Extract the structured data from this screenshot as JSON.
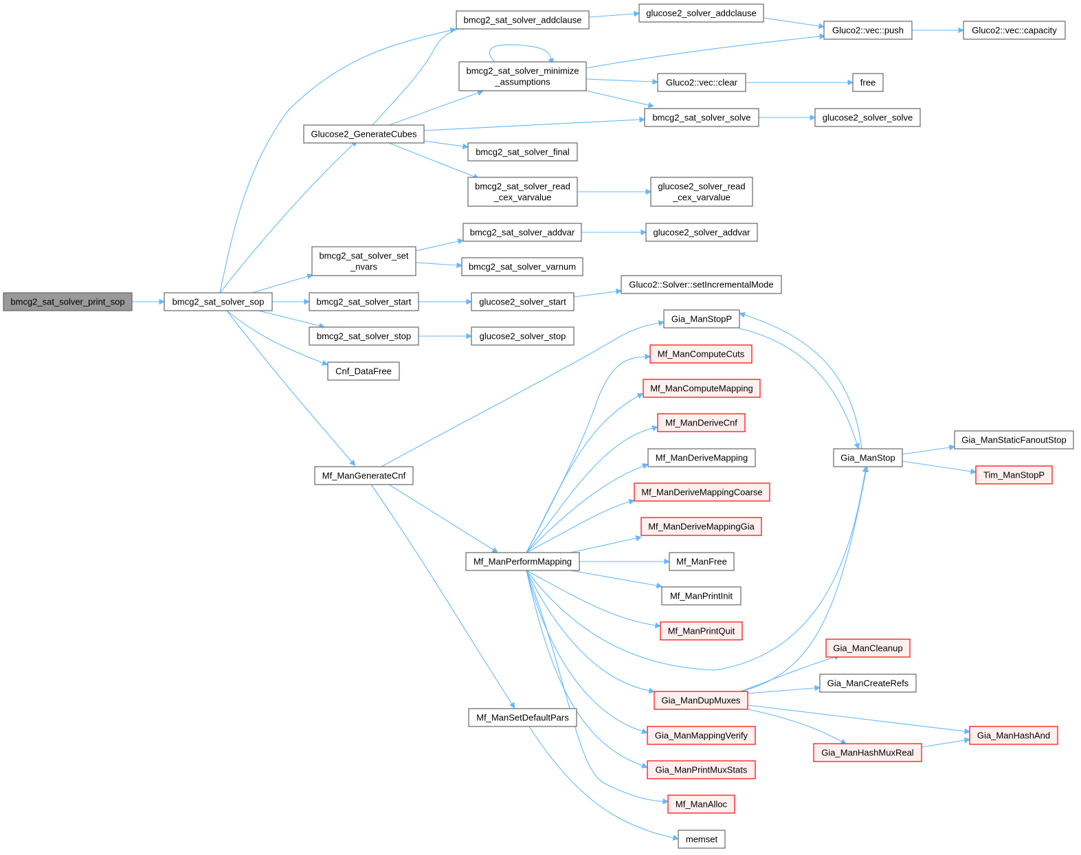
{
  "nodes": [
    {
      "id": "print_sop",
      "lines": [
        "bmcg2_sat_solver_print_sop"
      ],
      "style": "root"
    },
    {
      "id": "sop",
      "lines": [
        "bmcg2_sat_solver_sop"
      ],
      "style": "normal"
    },
    {
      "id": "addclause",
      "lines": [
        "bmcg2_sat_solver_addclause"
      ],
      "style": "normal"
    },
    {
      "id": "g2_addclause",
      "lines": [
        "glucose2_solver_addclause"
      ],
      "style": "normal"
    },
    {
      "id": "vec_push",
      "lines": [
        "Gluco2::vec::push"
      ],
      "style": "normal"
    },
    {
      "id": "vec_capacity",
      "lines": [
        "Gluco2::vec::capacity"
      ],
      "style": "normal"
    },
    {
      "id": "minimize",
      "lines": [
        "bmcg2_sat_solver_minimize",
        "_assumptions"
      ],
      "style": "normal"
    },
    {
      "id": "vec_clear",
      "lines": [
        "Gluco2::vec::clear"
      ],
      "style": "normal"
    },
    {
      "id": "free",
      "lines": [
        "free"
      ],
      "style": "normal"
    },
    {
      "id": "gen_cubes",
      "lines": [
        "Glucose2_GenerateCubes"
      ],
      "style": "normal"
    },
    {
      "id": "solve",
      "lines": [
        "bmcg2_sat_solver_solve"
      ],
      "style": "normal"
    },
    {
      "id": "g2_solve",
      "lines": [
        "glucose2_solver_solve"
      ],
      "style": "normal"
    },
    {
      "id": "final",
      "lines": [
        "bmcg2_sat_solver_final"
      ],
      "style": "normal"
    },
    {
      "id": "read_cex",
      "lines": [
        "bmcg2_sat_solver_read",
        "_cex_varvalue"
      ],
      "style": "normal"
    },
    {
      "id": "g2_read_cex",
      "lines": [
        "glucose2_solver_read",
        "_cex_varvalue"
      ],
      "style": "normal"
    },
    {
      "id": "addvar",
      "lines": [
        "bmcg2_sat_solver_addvar"
      ],
      "style": "normal"
    },
    {
      "id": "g2_addvar",
      "lines": [
        "glucose2_solver_addvar"
      ],
      "style": "normal"
    },
    {
      "id": "set_nvars",
      "lines": [
        "bmcg2_sat_solver_set",
        "_nvars"
      ],
      "style": "normal"
    },
    {
      "id": "varnum",
      "lines": [
        "bmcg2_sat_solver_varnum"
      ],
      "style": "normal"
    },
    {
      "id": "set_incr",
      "lines": [
        "Gluco2::Solver::setIncrementalMode"
      ],
      "style": "normal"
    },
    {
      "id": "start",
      "lines": [
        "bmcg2_sat_solver_start"
      ],
      "style": "normal"
    },
    {
      "id": "g2_start",
      "lines": [
        "glucose2_solver_start"
      ],
      "style": "normal"
    },
    {
      "id": "stop",
      "lines": [
        "bmcg2_sat_solver_stop"
      ],
      "style": "normal"
    },
    {
      "id": "g2_stop",
      "lines": [
        "glucose2_solver_stop"
      ],
      "style": "normal"
    },
    {
      "id": "cnf_free",
      "lines": [
        "Cnf_DataFree"
      ],
      "style": "normal"
    },
    {
      "id": "gen_cnf",
      "lines": [
        "Mf_ManGenerateCnf"
      ],
      "style": "normal"
    },
    {
      "id": "stopp",
      "lines": [
        "Gia_ManStopP"
      ],
      "style": "normal"
    },
    {
      "id": "compute_cuts",
      "lines": [
        "Mf_ManComputeCuts"
      ],
      "style": "red"
    },
    {
      "id": "compute_mapping",
      "lines": [
        "Mf_ManComputeMapping"
      ],
      "style": "red"
    },
    {
      "id": "derive_cnf",
      "lines": [
        "Mf_ManDeriveCnf"
      ],
      "style": "red"
    },
    {
      "id": "derive_mapping",
      "lines": [
        "Mf_ManDeriveMapping"
      ],
      "style": "normal"
    },
    {
      "id": "derive_coarse",
      "lines": [
        "Mf_ManDeriveMappingCoarse"
      ],
      "style": "red"
    },
    {
      "id": "derive_gia",
      "lines": [
        "Mf_ManDeriveMappingGia"
      ],
      "style": "red"
    },
    {
      "id": "perform_mapping",
      "lines": [
        "Mf_ManPerformMapping"
      ],
      "style": "normal"
    },
    {
      "id": "mf_free",
      "lines": [
        "Mf_ManFree"
      ],
      "style": "normal"
    },
    {
      "id": "print_init",
      "lines": [
        "Mf_ManPrintInit"
      ],
      "style": "normal"
    },
    {
      "id": "print_quit",
      "lines": [
        "Mf_ManPrintQuit"
      ],
      "style": "red"
    },
    {
      "id": "man_stop",
      "lines": [
        "Gia_ManStop"
      ],
      "style": "normal"
    },
    {
      "id": "static_fanout_stop",
      "lines": [
        "Gia_ManStaticFanoutStop"
      ],
      "style": "normal"
    },
    {
      "id": "tim_stopp",
      "lines": [
        "Tim_ManStopP"
      ],
      "style": "red"
    },
    {
      "id": "cleanup",
      "lines": [
        "Gia_ManCleanup"
      ],
      "style": "red"
    },
    {
      "id": "create_refs",
      "lines": [
        "Gia_ManCreateRefs"
      ],
      "style": "normal"
    },
    {
      "id": "dup_muxes",
      "lines": [
        "Gia_ManDupMuxes"
      ],
      "style": "red"
    },
    {
      "id": "hash_and",
      "lines": [
        "Gia_ManHashAnd"
      ],
      "style": "red"
    },
    {
      "id": "hash_mux_real",
      "lines": [
        "Gia_ManHashMuxReal"
      ],
      "style": "red"
    },
    {
      "id": "mapping_verify",
      "lines": [
        "Gia_ManMappingVerify"
      ],
      "style": "red"
    },
    {
      "id": "print_mux_stats",
      "lines": [
        "Gia_ManPrintMuxStats"
      ],
      "style": "red"
    },
    {
      "id": "default_pars",
      "lines": [
        "Mf_ManSetDefaultPars"
      ],
      "style": "normal"
    },
    {
      "id": "mf_alloc",
      "lines": [
        "Mf_ManAlloc"
      ],
      "style": "red"
    },
    {
      "id": "memset",
      "lines": [
        "memset"
      ],
      "style": "normal"
    }
  ],
  "edges": [
    [
      "print_sop",
      "sop"
    ],
    [
      "sop",
      "addclause"
    ],
    [
      "sop",
      "gen_cubes"
    ],
    [
      "sop",
      "set_nvars"
    ],
    [
      "sop",
      "start"
    ],
    [
      "sop",
      "stop"
    ],
    [
      "sop",
      "cnf_free"
    ],
    [
      "sop",
      "gen_cnf"
    ],
    [
      "addclause",
      "g2_addclause"
    ],
    [
      "g2_addclause",
      "vec_push"
    ],
    [
      "vec_push",
      "vec_capacity"
    ],
    [
      "minimize",
      "minimize"
    ],
    [
      "minimize",
      "vec_push"
    ],
    [
      "minimize",
      "vec_clear"
    ],
    [
      "minimize",
      "solve"
    ],
    [
      "vec_clear",
      "free"
    ],
    [
      "gen_cubes",
      "addclause"
    ],
    [
      "gen_cubes",
      "minimize"
    ],
    [
      "gen_cubes",
      "solve"
    ],
    [
      "gen_cubes",
      "final"
    ],
    [
      "gen_cubes",
      "read_cex"
    ],
    [
      "solve",
      "g2_solve"
    ],
    [
      "read_cex",
      "g2_read_cex"
    ],
    [
      "set_nvars",
      "addvar"
    ],
    [
      "set_nvars",
      "varnum"
    ],
    [
      "addvar",
      "g2_addvar"
    ],
    [
      "start",
      "g2_start"
    ],
    [
      "g2_start",
      "set_incr"
    ],
    [
      "stop",
      "g2_stop"
    ],
    [
      "gen_cnf",
      "stopp"
    ],
    [
      "gen_cnf",
      "perform_mapping"
    ],
    [
      "gen_cnf",
      "default_pars"
    ],
    [
      "stopp",
      "man_stop"
    ],
    [
      "man_stop",
      "stopp"
    ],
    [
      "man_stop",
      "static_fanout_stop"
    ],
    [
      "man_stop",
      "tim_stopp"
    ],
    [
      "perform_mapping",
      "compute_cuts"
    ],
    [
      "perform_mapping",
      "compute_mapping"
    ],
    [
      "perform_mapping",
      "derive_cnf"
    ],
    [
      "perform_mapping",
      "derive_mapping"
    ],
    [
      "perform_mapping",
      "derive_coarse"
    ],
    [
      "perform_mapping",
      "derive_gia"
    ],
    [
      "perform_mapping",
      "mf_free"
    ],
    [
      "perform_mapping",
      "print_init"
    ],
    [
      "perform_mapping",
      "print_quit"
    ],
    [
      "perform_mapping",
      "man_stop"
    ],
    [
      "perform_mapping",
      "dup_muxes"
    ],
    [
      "perform_mapping",
      "mapping_verify"
    ],
    [
      "perform_mapping",
      "print_mux_stats"
    ],
    [
      "perform_mapping",
      "mf_alloc"
    ],
    [
      "dup_muxes",
      "cleanup"
    ],
    [
      "dup_muxes",
      "create_refs"
    ],
    [
      "dup_muxes",
      "man_stop"
    ],
    [
      "dup_muxes",
      "hash_and"
    ],
    [
      "dup_muxes",
      "hash_mux_real"
    ],
    [
      "hash_mux_real",
      "hash_and"
    ],
    [
      "default_pars",
      "memset"
    ]
  ]
}
